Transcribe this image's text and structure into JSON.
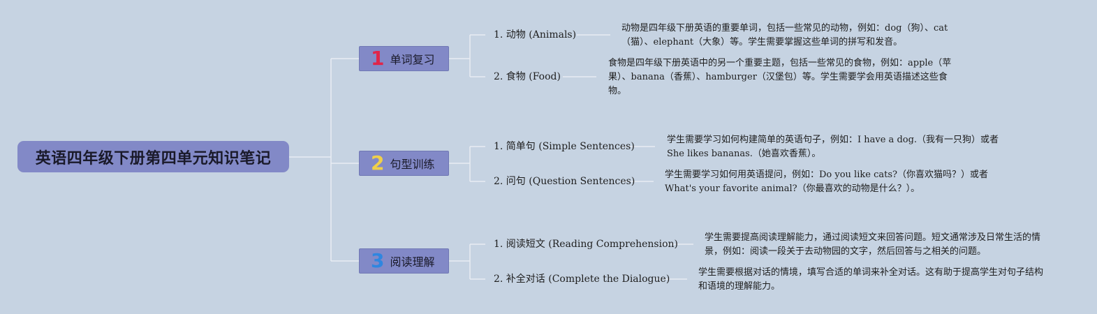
{
  "root": {
    "title": "英语四年级下册第四单元知识笔记"
  },
  "branches": [
    {
      "number": "1",
      "number_color": "#e0254a",
      "label": "单词复习",
      "items": [
        {
          "label": "1. 动物 (Animals)",
          "desc": "动物是四年级下册英语的重要单词，包括一些常见的动物，例如：dog（狗）、cat（猫）、elephant（大象）等。学生需要掌握这些单词的拼写和发音。"
        },
        {
          "label": "2. 食物 (Food)",
          "desc": "食物是四年级下册英语中的另一个重要主题，包括一些常见的食物，例如：apple（苹果）、banana（香蕉）、hamburger（汉堡包）等。学生需要学会用英语描述这些食物。"
        }
      ]
    },
    {
      "number": "2",
      "number_color": "#f0d04a",
      "label": "句型训练",
      "items": [
        {
          "label": "1. 简单句 (Simple Sentences)",
          "desc": "学生需要学习如何构建简单的英语句子，例如：I have a dog.（我有一只狗）或者She likes bananas.（她喜欢香蕉）。"
        },
        {
          "label": "2. 问句 (Question Sentences)",
          "desc": "学生需要学习如何用英语提问，例如：Do you like cats?（你喜欢猫吗？）或者What's your favorite animal?（你最喜欢的动物是什么？）。"
        }
      ]
    },
    {
      "number": "3",
      "number_color": "#2f86e0",
      "label": "阅读理解",
      "items": [
        {
          "label": "1. 阅读短文 (Reading Comprehension)",
          "desc": "学生需要提高阅读理解能力，通过阅读短文来回答问题。短文通常涉及日常生活的情景，例如：阅读一段关于去动物园的文字，然后回答与之相关的问题。"
        },
        {
          "label": "2. 补全对话 (Complete the Dialogue)",
          "desc": "学生需要根据对话的情境，填写合适的单词来补全对话。这有助于提高学生对句子结构和语境的理解能力。"
        }
      ]
    }
  ]
}
